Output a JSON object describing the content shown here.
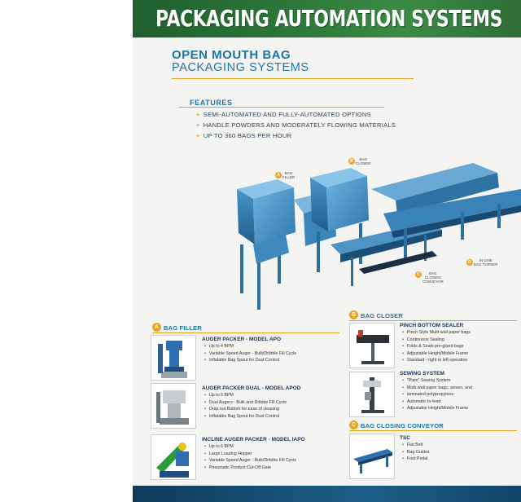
{
  "header": {
    "title": "PACKAGING AUTOMATION SYSTEMS"
  },
  "hero": {
    "title_line1": "OPEN MOUTH BAG",
    "title_line2": "PACKAGING SYSTEMS"
  },
  "features": {
    "heading": "FEATURES",
    "items": [
      "SEMI-AUTOMATED AND FULLY-AUTOMATED OPTIONS",
      "HANDLE POWDERS AND MODERATELY FLOWING MATERIALS",
      "UP TO 360 BAGS PER HOUR"
    ]
  },
  "diagram": {
    "callouts": [
      {
        "letter": "A",
        "label_line1": "BAG",
        "label_line2": "FILLER"
      },
      {
        "letter": "B",
        "label_line1": "BAG",
        "label_line2": "CLOSER"
      },
      {
        "letter": "C",
        "label_line1": "BAG",
        "label_line2": "CLOSING",
        "label_line3": "CONVEYOR"
      },
      {
        "letter": "D",
        "label_line1": "IN-LINE",
        "label_line2": "BAG TURNER"
      }
    ]
  },
  "sections": {
    "bag_filler": {
      "letter": "A",
      "title": "BAG FILLER",
      "products": [
        {
          "name": "AUGER PACKER - MODEL APO",
          "specs": [
            "Up to 4 BPM",
            "Variable Speed Auger - Bulk/Dribble Fill Cycle",
            "Inflatable Bag Spout for Dust Control"
          ]
        },
        {
          "name": "AUGER PACKER DUAL - MODEL APOD",
          "specs": [
            "Up to 5 BPM",
            "Dual Augers - Bulk and Dribble Fill Cycle",
            "Drop out Bottom for ease of cleaning",
            "Inflatable Bag Spout for Dust Control"
          ]
        },
        {
          "name": "INCLINE AUGER PACKER - MODEL IAPO",
          "specs": [
            "Up to 6 BPM",
            "Large Loading Hopper",
            "Variable Speed Auger - Bulk/Dribble Fill Cycle",
            "Pneumatic Product Cut-Off Gate"
          ]
        }
      ]
    },
    "bag_closer": {
      "letter": "B",
      "title": "BAG CLOSER",
      "products": [
        {
          "name": "PINCH BOTTOM SEALER",
          "specs": [
            "Pinch Style Multi-wall paper bags",
            "Continuous Sealing",
            "Folds & Seals pre-glued bags",
            "Adjustable Height/Mobile Frame",
            "Standard - right to left operation"
          ]
        },
        {
          "name": "SEWING SYSTEM",
          "specs": [
            "\"Plain\" Sewing System",
            "Multi-wall paper bags, woven, and",
            "laminated polypropylene",
            "Automatic In-feed",
            "Adjustable Height/Mobile Frame"
          ]
        }
      ]
    },
    "bag_closing_conveyor": {
      "letter": "C",
      "title": "BAG CLOSING CONVEYOR",
      "products": [
        {
          "name": "TSC",
          "specs": [
            "Flat Belt",
            "Bag Guides",
            "Foot Pedal"
          ]
        }
      ]
    }
  }
}
